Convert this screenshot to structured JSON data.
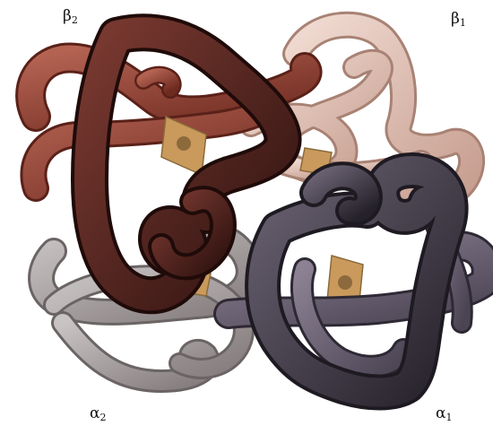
{
  "labels": {
    "beta2": {
      "greek": "β",
      "sub": "2"
    },
    "beta1": {
      "greek": "β",
      "sub": "1"
    },
    "alpha2": {
      "greek": "α",
      "sub": "2"
    },
    "alpha1": {
      "greek": "α",
      "sub": "1"
    }
  },
  "colors": {
    "beta2_outer": "#8a3b2c",
    "beta2_inner": "#4a1e1a",
    "beta1": "#e2c0b4",
    "alpha2": "#a9a2a2",
    "alpha1_light": "#7f7585",
    "alpha1_dark": "#3f3a44",
    "heme": "#c99a5c",
    "background": "#ffffff"
  }
}
